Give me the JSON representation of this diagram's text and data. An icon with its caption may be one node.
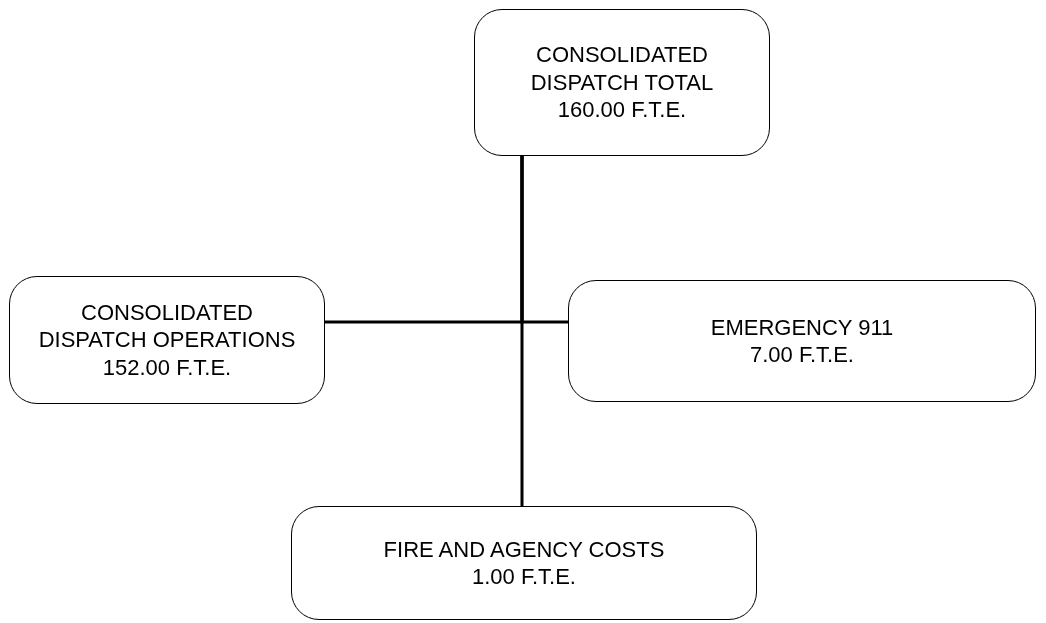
{
  "diagram": {
    "nodes": [
      {
        "text": [
          "CONSOLIDATED DISPATCH TOTAL",
          "160.00 F.T.E."
        ]
      },
      {
        "text": [
          "CONSOLIDATED DISPATCH OPERATIONS",
          "152.00 F.T.E."
        ]
      },
      {
        "text": [
          "EMERGENCY 911",
          "7.00 F.T.E."
        ]
      },
      {
        "text": [
          "FIRE AND AGENCY COSTS",
          "1.00 F.T.E."
        ]
      }
    ],
    "edges": [
      {
        "from": 0,
        "to": 1,
        "arrow": "none"
      },
      {
        "from": 0,
        "to": 2,
        "arrow": "none"
      },
      {
        "from": 0,
        "to": 3,
        "arrow": "none"
      }
    ]
  }
}
